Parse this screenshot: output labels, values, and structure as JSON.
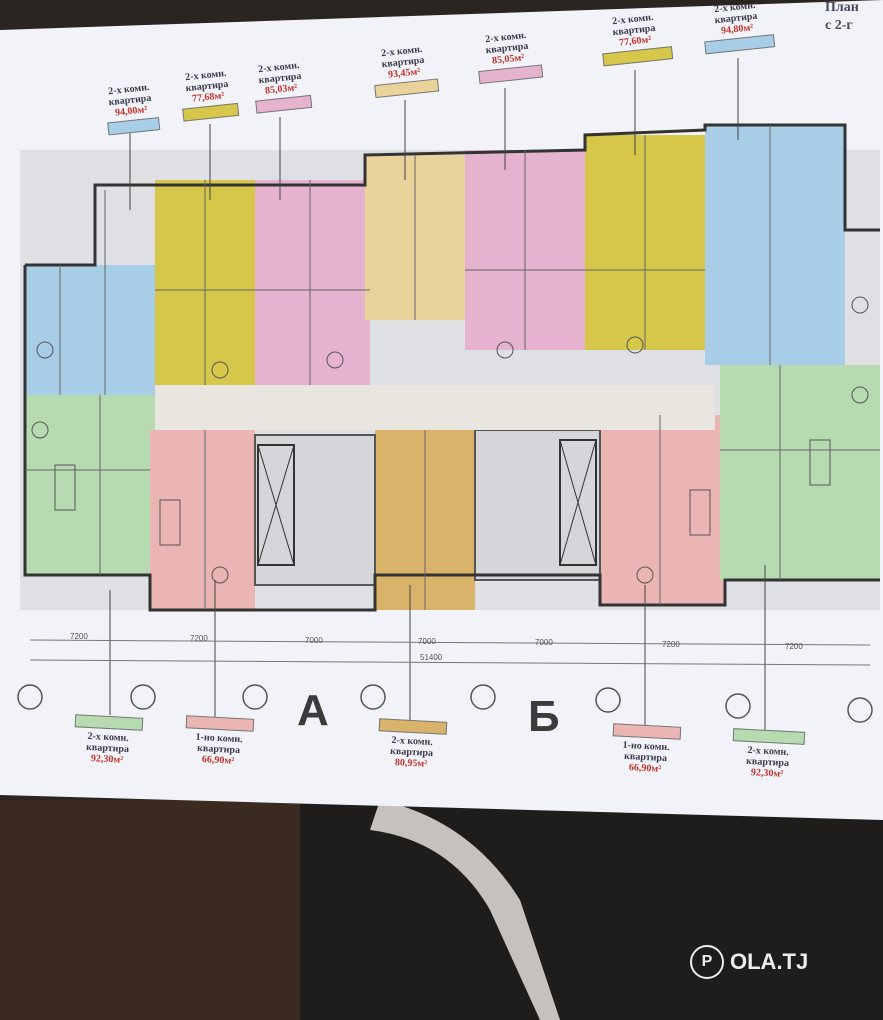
{
  "plan": {
    "title_fragment": "План",
    "subtitle_fragment": "с 2-г"
  },
  "apartments_top": [
    {
      "rooms": "2-х комн.",
      "label": "квартира",
      "area": "94,00м²",
      "color": "#a8cde6"
    },
    {
      "rooms": "2-х комн.",
      "label": "квартира",
      "area": "77,68м²",
      "color": "#d6c64a"
    },
    {
      "rooms": "2-х комн.",
      "label": "квартира",
      "area": "85,03м²",
      "color": "#e5b3cf"
    },
    {
      "rooms": "2-х комн.",
      "label": "квартира",
      "area": "93,45м²",
      "color": "#ead39a"
    },
    {
      "rooms": "2-х комн.",
      "label": "квартира",
      "area": "85,05м²",
      "color": "#e5b3cf"
    },
    {
      "rooms": "2-х комн.",
      "label": "квартира",
      "area": "77,60м²",
      "color": "#d6c64a"
    },
    {
      "rooms": "2-х комн.",
      "label": "квартира",
      "area": "94,80м²",
      "color": "#a8cde6"
    }
  ],
  "apartments_bottom": [
    {
      "rooms": "2-х комн.",
      "label": "квартира",
      "area": "92,30м²",
      "color": "#b7dbb1"
    },
    {
      "rooms": "1-но комн.",
      "label": "квартира",
      "area": "66,90м²",
      "color": "#eab5b3"
    },
    {
      "rooms": "2-х комн.",
      "label": "квартира",
      "area": "80,95м²",
      "color": "#d9b36a"
    },
    {
      "rooms": "1-но комн.",
      "label": "квартира",
      "area": "66,90м²",
      "color": "#eab5b3"
    },
    {
      "rooms": "2-х комн.",
      "label": "квартира",
      "area": "92,30м²",
      "color": "#b7dbb1"
    }
  ],
  "blocks": {
    "left": "А",
    "right": "Б"
  },
  "dimensions": {
    "spans": [
      "7200",
      "7200",
      "7000",
      "7000",
      "7000",
      "7200",
      "7200"
    ],
    "total": "51400"
  },
  "watermark": {
    "logo": "P",
    "text": "OLA.TJ"
  }
}
